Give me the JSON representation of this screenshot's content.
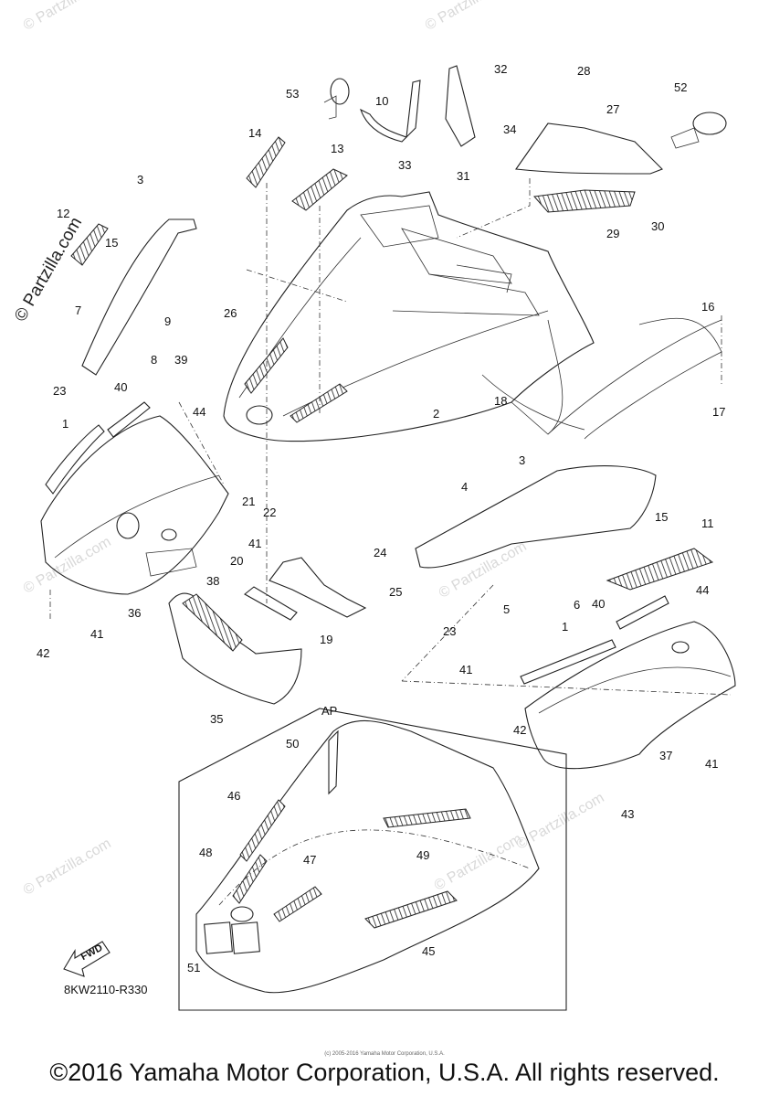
{
  "watermark": {
    "partzilla": "© Partzilla.com",
    "partzilla_faint": "© Partzilla.com"
  },
  "diagram": {
    "drawing_code": "8KW2110-R330",
    "inset_label": "AP",
    "fwd_label": "FWD",
    "callouts": [
      "1",
      "2",
      "3",
      "4",
      "5",
      "6",
      "7",
      "8",
      "9",
      "10",
      "11",
      "12",
      "13",
      "14",
      "15",
      "16",
      "17",
      "18",
      "19",
      "20",
      "21",
      "22",
      "23",
      "24",
      "25",
      "26",
      "27",
      "28",
      "29",
      "30",
      "31",
      "32",
      "33",
      "34",
      "35",
      "36",
      "37",
      "38",
      "39",
      "40",
      "41",
      "42",
      "43",
      "44",
      "45",
      "46",
      "47",
      "48",
      "49",
      "50",
      "51",
      "52",
      "53"
    ]
  },
  "footer": {
    "copyright": "©2016 Yamaha Motor Corporation, U.S.A. All rights reserved.",
    "copyright_small": "(c) 2005-2016 Yamaha Motor Corporation, U.S.A."
  }
}
